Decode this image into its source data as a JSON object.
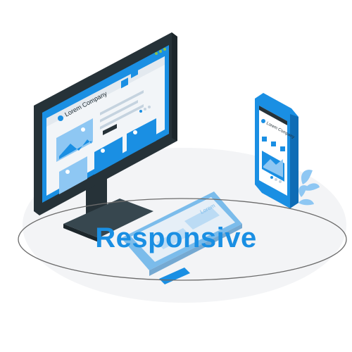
{
  "headline": "Responsive",
  "monitor": {
    "brand": "Lorem Company"
  },
  "phone": {
    "brand": "Lorem Company"
  },
  "tablet": {
    "brand": "Lorem"
  },
  "colors": {
    "accent": "#1a8fe3",
    "frame": "#263238",
    "screen_bg": "#f2f5f8",
    "light_blue": "#8ec7f3"
  },
  "icons": [
    "home-icon",
    "gear-icon",
    "mail-icon",
    "image-icon",
    "plant-icon"
  ]
}
